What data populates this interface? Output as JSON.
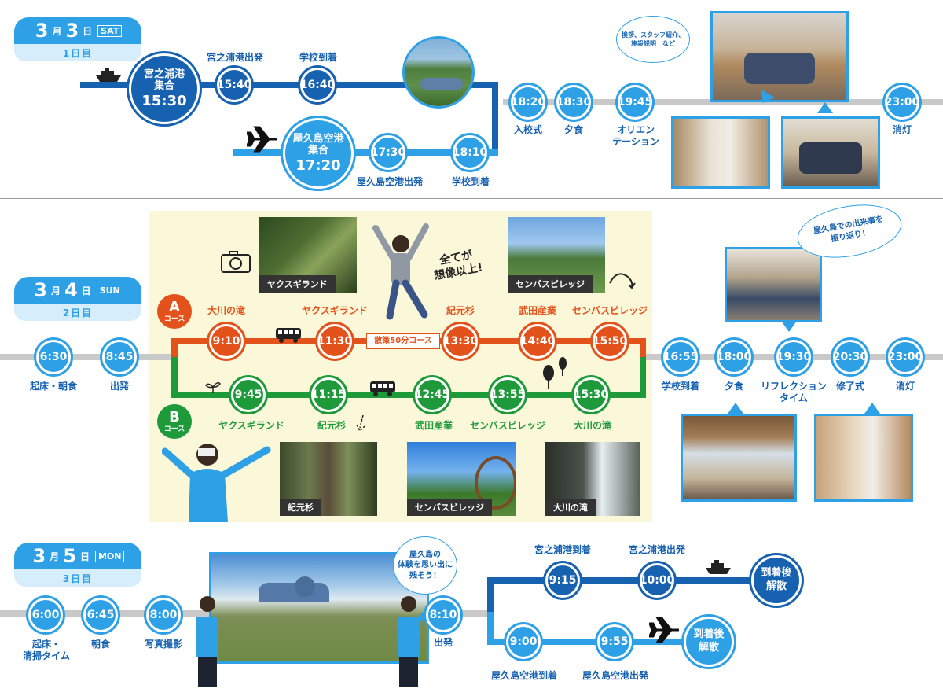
{
  "day1": {
    "badge": {
      "month": "3",
      "month_unit": "月",
      "day": "3",
      "day_unit": "日",
      "dow": "SAT",
      "label": "1日目"
    },
    "start_ship": {
      "lines": [
        "宮之浦港",
        "集合"
      ],
      "time": "15:30"
    },
    "start_air": {
      "lines": [
        "屋久島空港",
        "集合"
      ],
      "time": "17:20"
    },
    "ship_nodes": [
      {
        "time": "15:40",
        "label": "宮之浦港出発"
      },
      {
        "time": "16:40",
        "label": "学校到着"
      }
    ],
    "air_nodes": [
      {
        "time": "17:30",
        "label": "屋久島空港出発"
      },
      {
        "time": "18:10",
        "label": "学校到着"
      }
    ],
    "main_nodes": [
      {
        "time": "18:20",
        "label": "入校式"
      },
      {
        "time": "18:30",
        "label": "夕食"
      },
      {
        "time": "19:45",
        "label": "オリエン\nテーション"
      },
      {
        "time": "23:00",
        "label": "消灯"
      }
    ],
    "bubble": "挨拶、スタッフ紹介、\n施設説明　など"
  },
  "day2": {
    "badge": {
      "month": "3",
      "month_unit": "月",
      "day": "4",
      "day_unit": "日",
      "dow": "SUN",
      "label": "2日目"
    },
    "pre_nodes": [
      {
        "time": "6:30",
        "label": "起床・朝食"
      },
      {
        "time": "8:45",
        "label": "出発"
      }
    ],
    "course_a": {
      "letter": "A",
      "word": "コース",
      "nodes": [
        {
          "time": "9:10",
          "label": "大川の滝"
        },
        {
          "time": "11:30",
          "label": "ヤクスギランド"
        },
        {
          "time": "13:30",
          "label": "紀元杉"
        },
        {
          "time": "14:40",
          "label": "武田産業"
        },
        {
          "time": "15:50",
          "label": "センバスビレッジ"
        }
      ],
      "note": "散策50分コース"
    },
    "course_b": {
      "letter": "B",
      "word": "コース",
      "nodes": [
        {
          "time": "9:45",
          "label": "ヤクスギランド"
        },
        {
          "time": "11:15",
          "label": "紀元杉"
        },
        {
          "time": "12:45",
          "label": "武田産業"
        },
        {
          "time": "13:55",
          "label": "センバスビレッジ"
        },
        {
          "time": "15:30",
          "label": "大川の滝"
        }
      ]
    },
    "post_nodes": [
      {
        "time": "16:55",
        "label": "学校到着"
      },
      {
        "time": "18:00",
        "label": "夕食"
      },
      {
        "time": "19:30",
        "label": "リフレクション\nタイム"
      },
      {
        "time": "20:30",
        "label": "修了式"
      },
      {
        "time": "23:00",
        "label": "消灯"
      }
    ],
    "captions": {
      "p1": "ヤクスギランド",
      "p2": "センバスビレッジ",
      "p3": "紀元杉",
      "p4": "センバスビレッジ",
      "p5": "大川の滝"
    },
    "handwritten": "全てが\n想像以上!",
    "bubble": "屋久島での出来事を\n振り返り！"
  },
  "day3": {
    "badge": {
      "month": "3",
      "month_unit": "月",
      "day": "5",
      "day_unit": "日",
      "dow": "MON",
      "label": "3日目"
    },
    "pre_nodes": [
      {
        "time": "6:00",
        "label": "起床・\n清掃タイム"
      },
      {
        "time": "6:45",
        "label": "朝食"
      },
      {
        "time": "8:00",
        "label": "写真撮影"
      }
    ],
    "depart": {
      "time": "8:10",
      "label": "出発"
    },
    "ship_nodes": [
      {
        "time": "9:15",
        "label": "宮之浦港到着"
      },
      {
        "time": "10:00",
        "label": "宮之浦港出発"
      }
    ],
    "air_nodes": [
      {
        "time": "9:00",
        "label": "屋久島空港到着"
      },
      {
        "time": "9:55",
        "label": "屋久島空港出発"
      }
    ],
    "end_ship": "到着後\n解散",
    "end_air": "到着後\n解散",
    "bubble": "屋久島の\n体験を思い出に\n残そう！"
  }
}
